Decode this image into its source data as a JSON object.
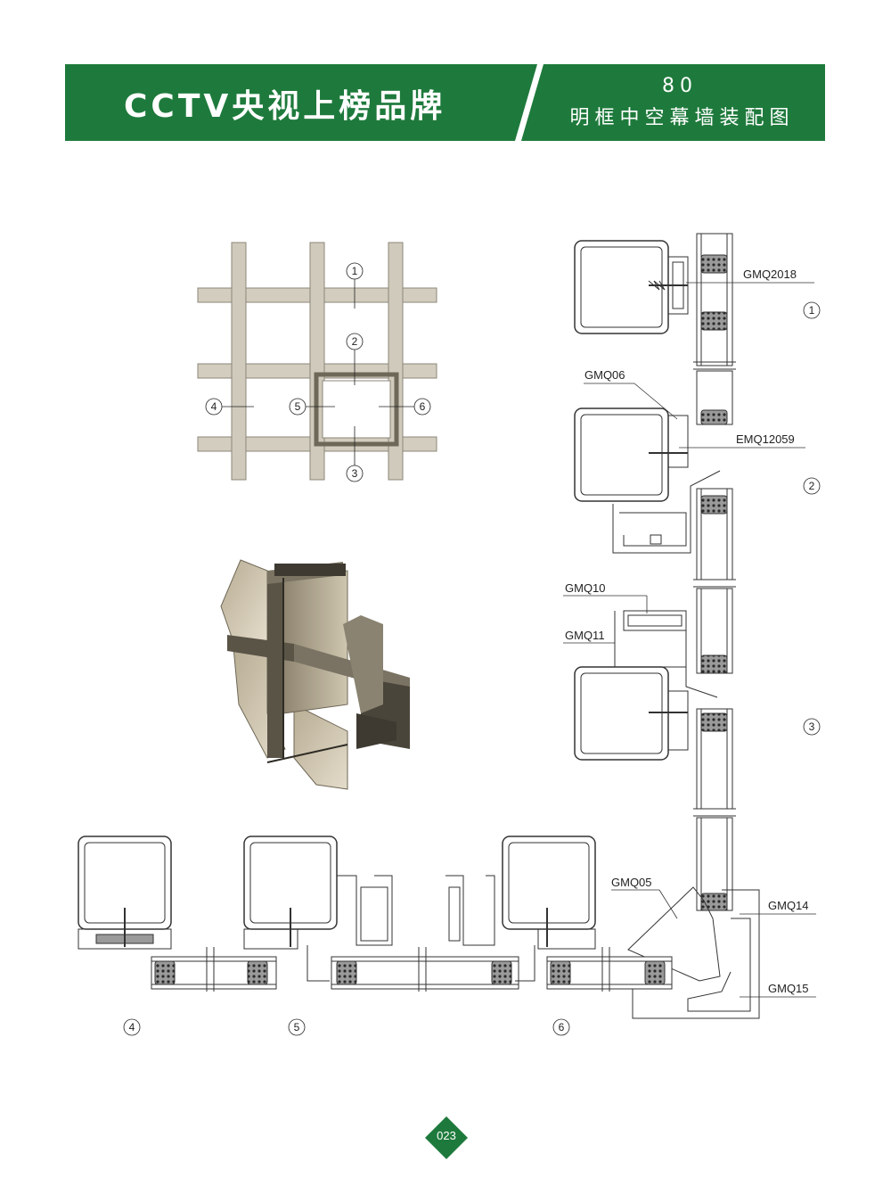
{
  "header": {
    "brand": "CCTV央视上榜品牌",
    "series": "80",
    "subtitle": "明框中空幕墙装配图",
    "accent_color": "#1e7a3c"
  },
  "grid_callouts": [
    "1",
    "2",
    "3",
    "4",
    "5",
    "6"
  ],
  "section_callouts": [
    "1",
    "2",
    "3",
    "4",
    "5",
    "6"
  ],
  "parts": {
    "gmq2018": "GMQ2018",
    "gmq06": "GMQ06",
    "emq12059": "EMQ12059",
    "gmq10": "GMQ10",
    "gmq11": "GMQ11",
    "gmq05": "GMQ05",
    "gmq14": "GMQ14",
    "gmq15": "GMQ15"
  },
  "page_number": "023"
}
